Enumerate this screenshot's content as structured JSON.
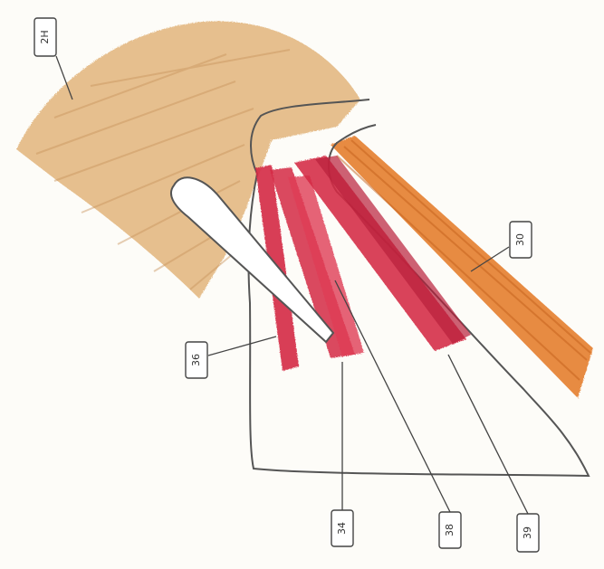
{
  "labels": {
    "tag_top_left": "2H",
    "tag_right": "30",
    "tag_left": "36",
    "tag_bottom_1": "34",
    "tag_bottom_2": "38",
    "tag_bottom_3": "39"
  },
  "colors": {
    "tan_muscle": "#e2b57c",
    "orange_muscle": "#e57b2c",
    "red_muscle": "#d52a45",
    "outline": "#555555",
    "background": "#fdfcf8"
  }
}
